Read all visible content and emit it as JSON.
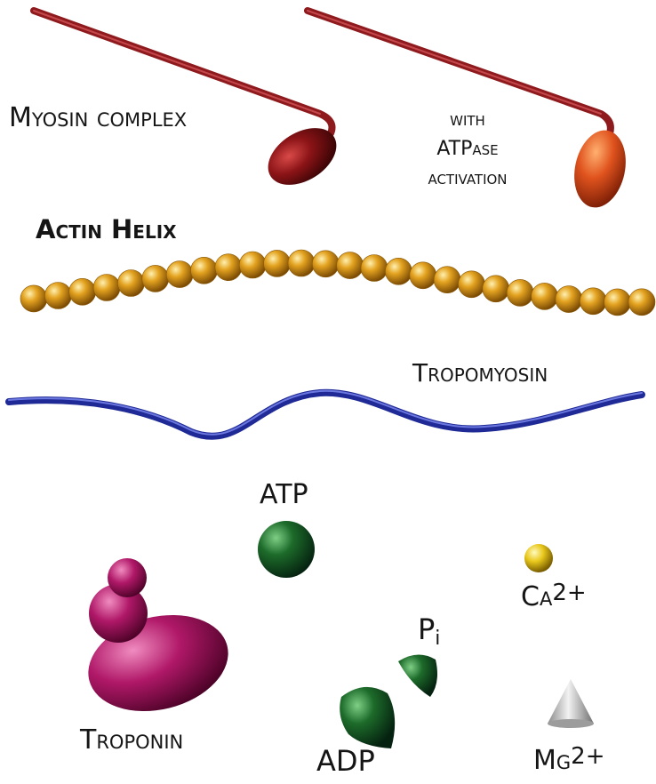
{
  "labels": {
    "myosin_complex": "Myosin complex",
    "atpase_line1": "with",
    "atpase_line2": "ATPase",
    "atpase_line3": "activation",
    "actin_helix": "Actin Helix",
    "tropomyosin": "Tropomyosin",
    "atp": "ATP",
    "pi_base": "P",
    "pi_sub": "i",
    "ca_base": "Ca",
    "ca_sup": "2+",
    "troponin": "Troponin",
    "adp": "ADP",
    "mg_base": "Mg",
    "mg_sup": "2+"
  },
  "colors": {
    "myosin_rod": "#8e1a1e",
    "myosin_head": "#7d1012",
    "myosin_head_activated": "#e0531e",
    "actin_bead": "#e3a21f",
    "tropomyosin": "#1f2a96",
    "atp_adp_pi": "#1d6b2a",
    "calcium": "#e9c81c",
    "troponin": "#b01868",
    "magnesium": "#c9c9c9"
  },
  "icons": [
    "myosin-complex-icon",
    "activated-myosin-icon",
    "actin-helix-icon",
    "tropomyosin-strand-icon",
    "atp-sphere-icon",
    "pi-fragment-icon",
    "calcium-ion-icon",
    "troponin-icon",
    "adp-fragment-icon",
    "magnesium-cone-icon"
  ]
}
